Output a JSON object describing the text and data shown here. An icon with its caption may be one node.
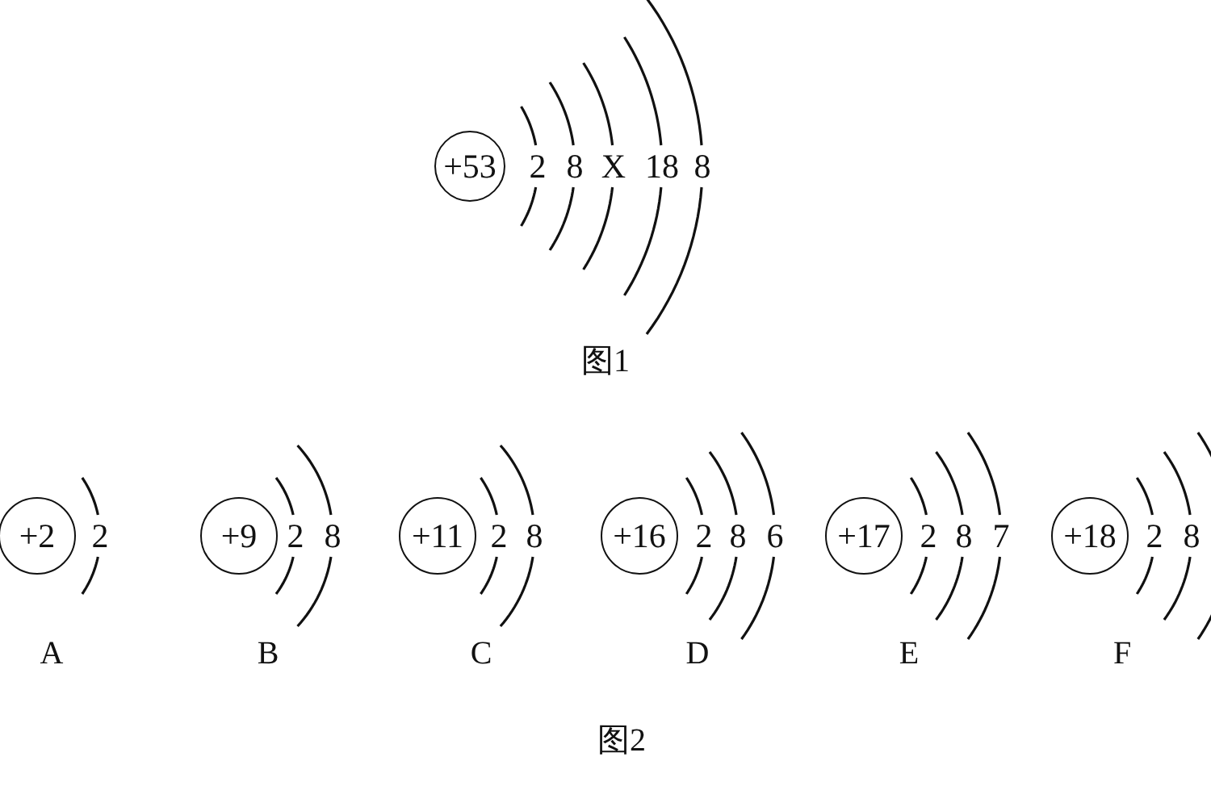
{
  "diagram": {
    "nodes": [
      {
        "text": [
          "+53"
        ],
        "beside": [
          "2",
          "8",
          "X",
          "18",
          "8"
        ]
      },
      {
        "text": [
          "+2"
        ],
        "beside": [
          "2"
        ]
      },
      {
        "text": [
          "+9"
        ],
        "beside": [
          "2",
          "8"
        ]
      },
      {
        "text": [
          "+11"
        ],
        "beside": [
          "2",
          "8"
        ]
      },
      {
        "text": [
          "+16"
        ],
        "beside": [
          "2",
          "8",
          "6"
        ]
      },
      {
        "text": [
          "+17"
        ],
        "beside": [
          "2",
          "8",
          "7"
        ]
      },
      {
        "text": [
          "+18"
        ],
        "beside": [
          "2",
          "8"
        ]
      }
    ],
    "labels": [
      "图1",
      "A",
      "B",
      "C",
      "D",
      "E",
      "F",
      "图2"
    ]
  }
}
